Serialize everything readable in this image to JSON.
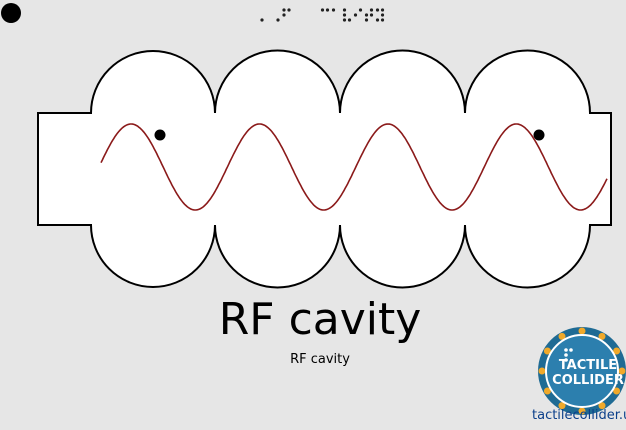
{
  "braille": {
    "text": "⠄⠠⠋ ⠉⠁⠧⠊⠞⠽"
  },
  "diagram": {
    "title": "RF cavity",
    "subtitle": "RF cavity",
    "cells": 4,
    "wave_cycles": 4,
    "particle_count": 2
  },
  "logo": {
    "line1": "TACTILE",
    "line2": "COLLIDER",
    "colors": {
      "ring": "#1f6b94",
      "dots": "#f0a92a",
      "inner": "#2c7fae"
    }
  },
  "footer": {
    "site": "tactilecollider.uk"
  },
  "colors": {
    "background": "#e6e6e6",
    "cavity_fill": "#ffffff",
    "outline": "#000000",
    "wave": "#8b1a1a"
  }
}
